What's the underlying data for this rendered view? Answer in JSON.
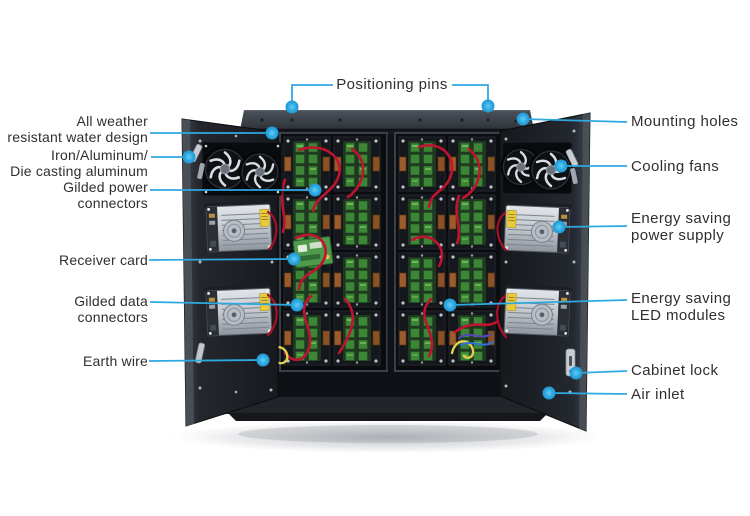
{
  "colors": {
    "accent": "#2fa9e1",
    "label_text": "#2f2f2f",
    "background": "#ffffff",
    "cabinet_dark": "#17191e",
    "pcb_green": "#3e8637",
    "cable_red": "#bf1430",
    "earth_wire_yellow": "#e0cf52"
  },
  "callouts": {
    "top": [
      {
        "id": "positioning-pins",
        "lines": [
          "Positioning pins"
        ]
      }
    ],
    "left": [
      {
        "id": "all-weather-resistant-water-design",
        "lines": [
          "All weather",
          "resistant water design"
        ]
      },
      {
        "id": "iron-aluminum-die-casting-aluminum",
        "lines": [
          "Iron/Aluminum/",
          "Die casting aluminum"
        ]
      },
      {
        "id": "gilded-power-connectors",
        "lines": [
          "Gilded power",
          "connectors"
        ]
      },
      {
        "id": "receiver-card",
        "lines": [
          "Receiver card"
        ]
      },
      {
        "id": "gilded-data-connectors",
        "lines": [
          "Gilded data",
          "connectors"
        ]
      },
      {
        "id": "earth-wire",
        "lines": [
          "Earth wire"
        ]
      }
    ],
    "right": [
      {
        "id": "mounting-holes",
        "lines": [
          "Mounting holes"
        ]
      },
      {
        "id": "cooling-fans",
        "lines": [
          "Cooling fans"
        ]
      },
      {
        "id": "energy-saving-power-supply",
        "lines": [
          "Energy saving",
          "power supply"
        ]
      },
      {
        "id": "energy-saving-led-modules",
        "lines": [
          "Energy saving",
          "LED modules"
        ]
      },
      {
        "id": "cabinet-lock",
        "lines": [
          "Cabinet lock"
        ]
      },
      {
        "id": "air-inlet",
        "lines": [
          "Air inlet"
        ]
      }
    ]
  }
}
